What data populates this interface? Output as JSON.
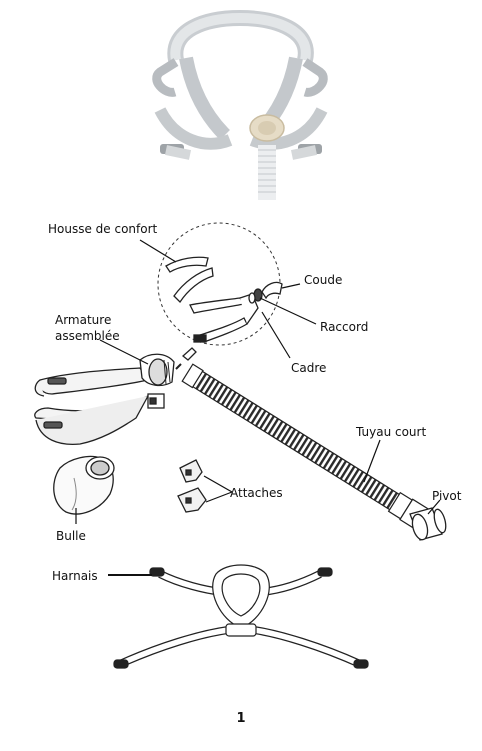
{
  "labels": {
    "housse": "Housse de confort",
    "coude": "Coude",
    "raccord": "Raccord",
    "cadre": "Cadre",
    "armature_line1": "Armature",
    "armature_line2": "assemblée",
    "tuyau": "Tuyau court",
    "attaches": "Attaches",
    "pivot": "Pivot",
    "bulle": "Bulle",
    "harnais": "Harnais"
  },
  "page_number": "1"
}
